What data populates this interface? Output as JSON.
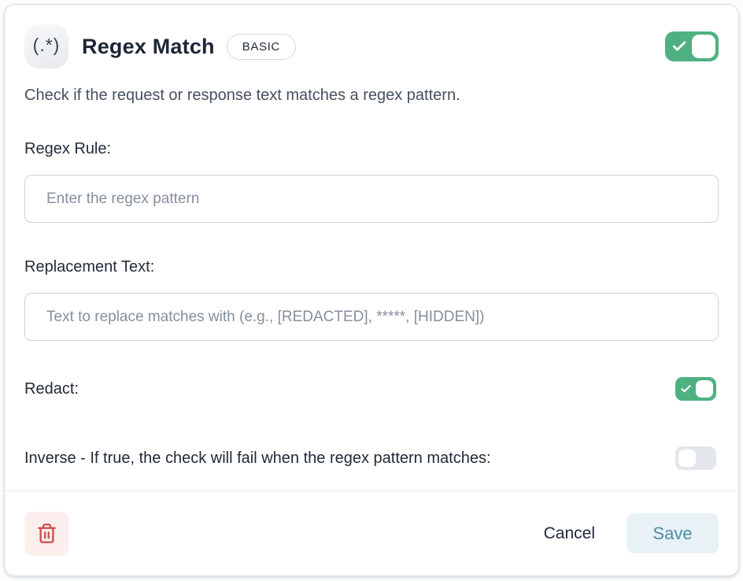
{
  "header": {
    "icon_glyph": "(.*)",
    "title": "Regex Match",
    "badge": "BASIC",
    "enabled_toggle_on": true
  },
  "description": "Check if the request or response text matches a regex pattern.",
  "form": {
    "regex_rule": {
      "label": "Regex Rule:",
      "placeholder": "Enter the regex pattern",
      "value": ""
    },
    "replacement_text": {
      "label": "Replacement Text:",
      "placeholder": "Text to replace matches with (e.g., [REDACTED], *****, [HIDDEN])",
      "value": ""
    },
    "redact": {
      "label": "Redact:",
      "toggle_on": true
    },
    "inverse": {
      "label": "Inverse - If true, the check will fail when the regex pattern matches:",
      "toggle_on": false
    }
  },
  "footer": {
    "delete_icon": "trash-icon",
    "cancel_label": "Cancel",
    "save_label": "Save"
  },
  "colors": {
    "toggle_on_green": "#4fb181",
    "toggle_off_gray": "#e3e6ea",
    "save_bg": "#e8f1f5",
    "save_text": "#4b8dab",
    "danger_icon": "#d04c4c",
    "danger_bg": "#fdeeee",
    "card_border": "#d9dde3",
    "title_text": "#1c2636"
  }
}
